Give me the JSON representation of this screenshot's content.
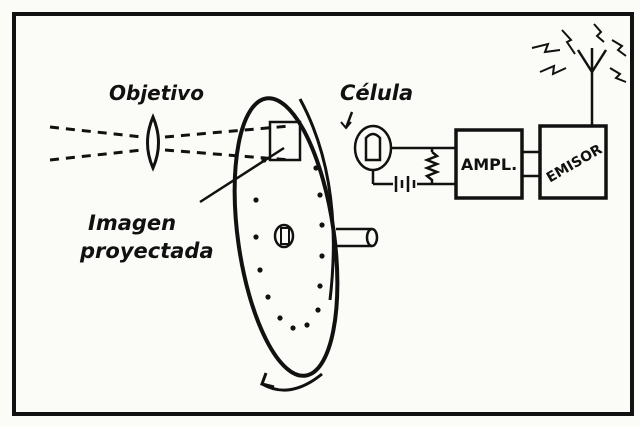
{
  "labels": {
    "objetivo": "Objetivo",
    "celula": "Célula",
    "imagen_line1": "Imagen",
    "imagen_line2": "proyectada",
    "ampl": "AMPL.",
    "emisor": "EMISOR"
  },
  "colors": {
    "ink": "#111111",
    "paper": "#fbfbf7"
  }
}
